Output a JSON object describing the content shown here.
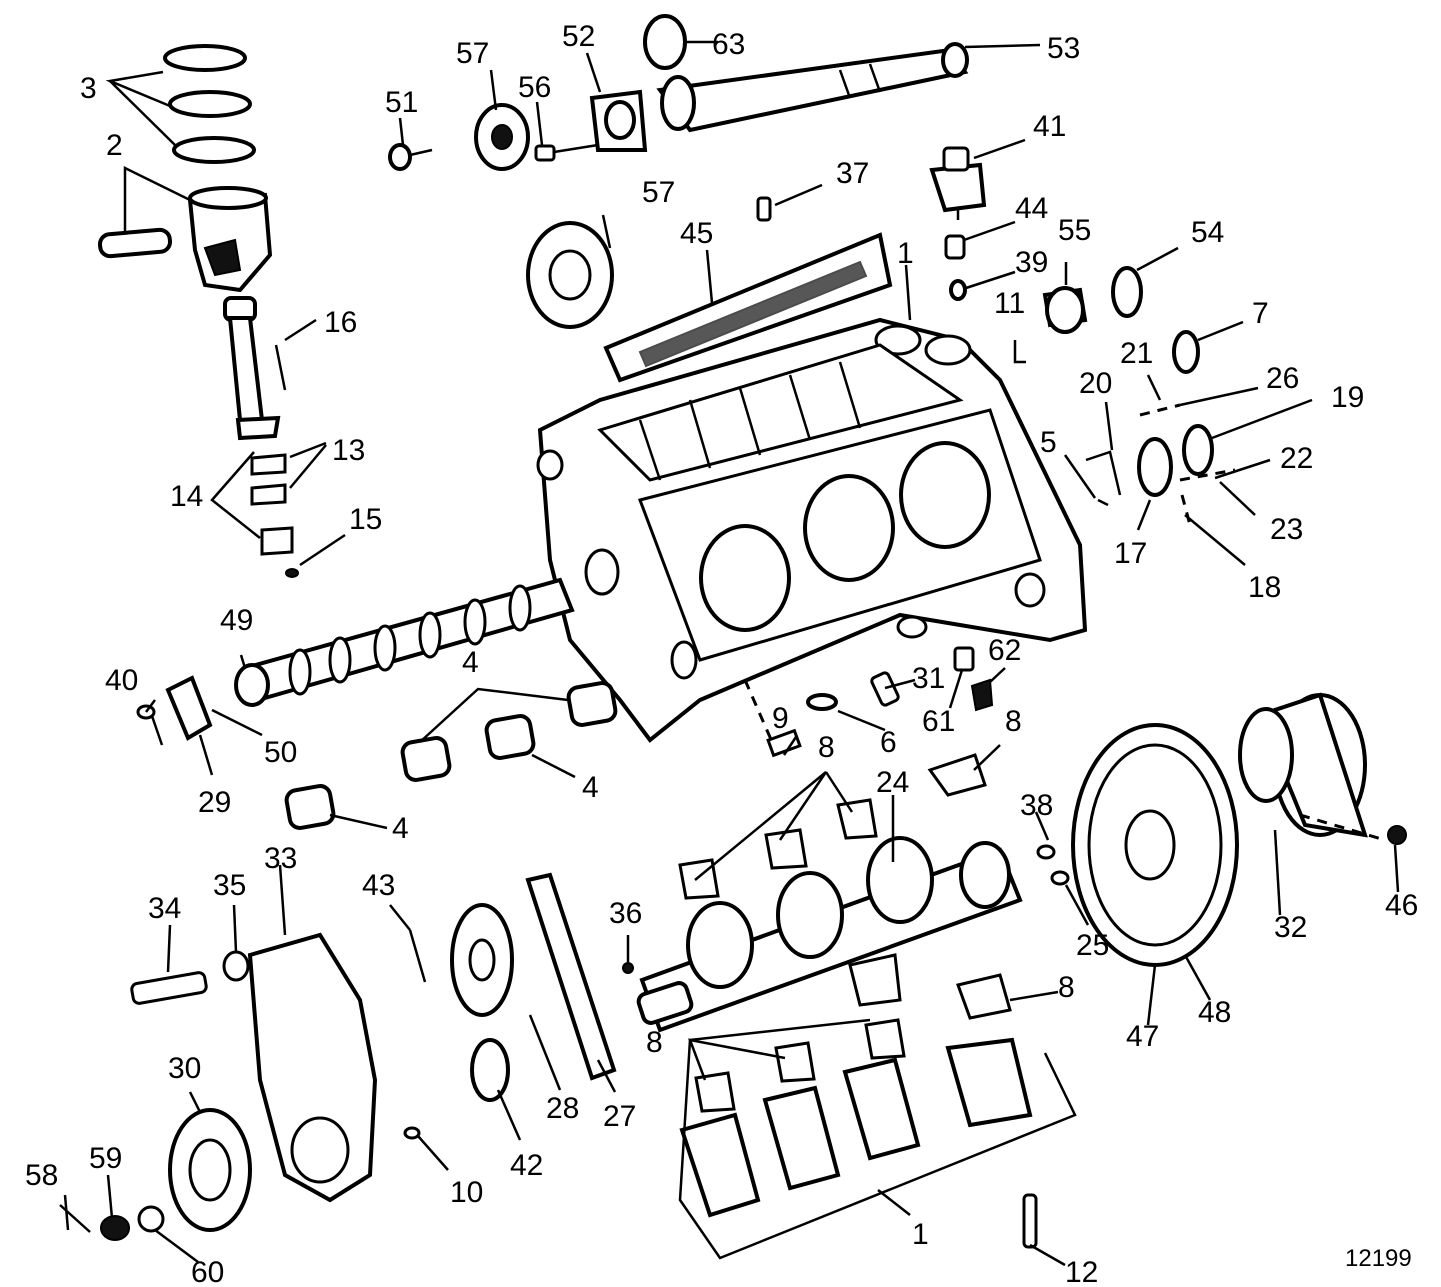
{
  "figure_id": "12199",
  "callouts": [
    "1",
    "2",
    "3",
    "4",
    "5",
    "6",
    "7",
    "8",
    "9",
    "10",
    "11",
    "12",
    "13",
    "14",
    "15",
    "16",
    "17",
    "18",
    "19",
    "20",
    "21",
    "22",
    "23",
    "24",
    "25",
    "26",
    "27",
    "28",
    "29",
    "30",
    "31",
    "32",
    "33",
    "34",
    "35",
    "36",
    "37",
    "38",
    "39",
    "40",
    "41",
    "42",
    "43",
    "44",
    "45",
    "46",
    "47",
    "48",
    "49",
    "50",
    "51",
    "52",
    "53",
    "54",
    "55",
    "56",
    "57",
    "58",
    "59",
    "60",
    "61",
    "62",
    "63"
  ],
  "colors": {
    "ink": "#000000",
    "paper": "#ffffff"
  }
}
